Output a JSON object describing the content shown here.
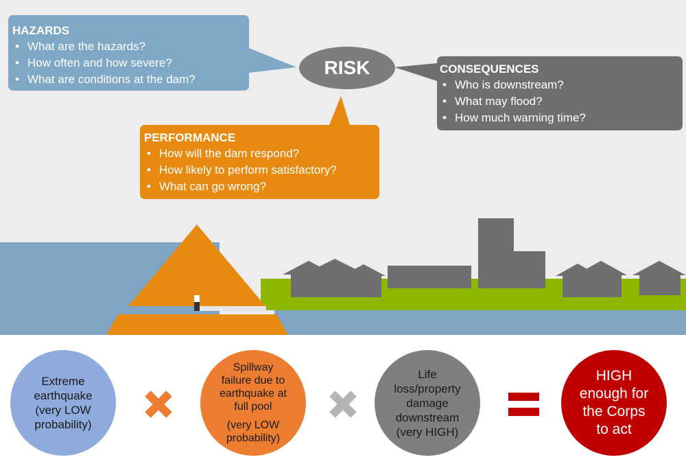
{
  "hazards": {
    "title": "HAZARDS",
    "items": [
      "What are the hazards?",
      "How often and how severe?",
      "What are conditions at the dam?"
    ],
    "color": "#7fa7c6"
  },
  "risk": {
    "label": "RISK",
    "color": "#7d7d7d"
  },
  "consequences": {
    "title": "CONSEQUENCES",
    "items": [
      "Who is downstream?",
      "What may flood?",
      "How much warning time?"
    ],
    "color": "#6f6f6f"
  },
  "performance": {
    "title": "PERFORMANCE",
    "items": [
      "How will the dam respond?",
      "How likely to perform satisfactory?",
      "What can go wrong?"
    ],
    "color": "#e88a10"
  },
  "scene_colors": {
    "sky": "#ededed",
    "water": "#7ea6c4",
    "land": "#8db600",
    "dam": "#e88a10",
    "buildings": "#6f6f6f"
  },
  "equation": {
    "hazard_circle": {
      "lines": [
        "Extreme",
        "earthquake",
        "(very LOW",
        "probability)"
      ],
      "color": "#8faadc"
    },
    "performance_circle": {
      "lines": [
        "Spillway",
        "failure due to",
        "earthquake at",
        "full pool"
      ],
      "sub_lines": [
        "(very LOW",
        "probability)"
      ],
      "color": "#ed7d31"
    },
    "consequence_circle": {
      "lines": [
        "Life",
        "loss/property",
        "damage",
        "downstream",
        "(very HIGH)"
      ],
      "color": "#7f7f7f"
    },
    "result_circle": {
      "lines": [
        "HIGH",
        "enough for",
        "the Corps",
        "to act"
      ],
      "color": "#c00000"
    },
    "times_symbol_1": {
      "symbol": "×",
      "color": "#ed7d31"
    },
    "times_symbol_2": {
      "symbol": "×",
      "color": "#b4b4b4"
    },
    "equals_symbol": {
      "symbol": "=",
      "color": "#c00000"
    }
  }
}
